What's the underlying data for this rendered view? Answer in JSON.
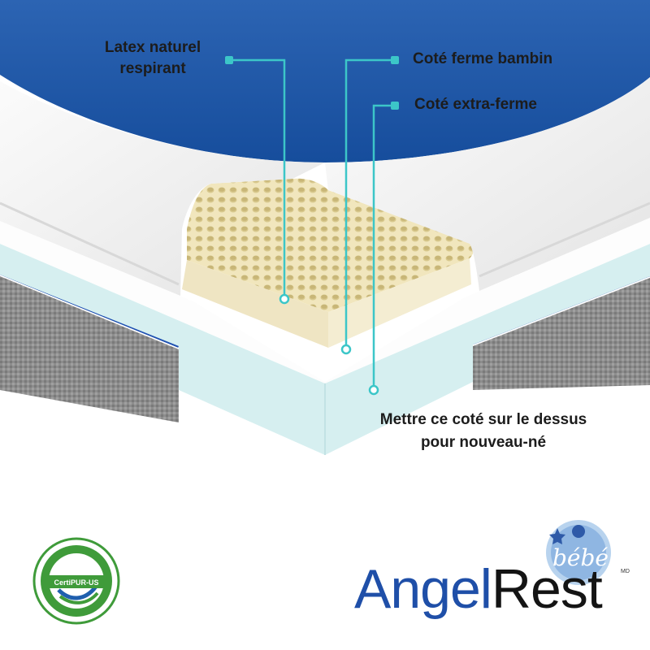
{
  "labels": {
    "latex_line1": "Latex naturel",
    "latex_line2": "respirant",
    "toddler_side": "Coté ferme bambin",
    "extra_firm_side": "Coté extra-ferme",
    "newborn_line1": "Mettre ce coté sur le dessus",
    "newborn_line2": "pour nouveau-né"
  },
  "brand": {
    "name_part1": "Angel",
    "name_part2": "Rest",
    "tag": "bébé",
    "trademark": "MD"
  },
  "certification": {
    "badge_text": "CertiPUR-US"
  },
  "colors": {
    "brand_blue": "#1f5fae",
    "callout_teal": "#3cc6c8",
    "latex_cream": "#efe3b8",
    "foam_white": "#ffffff",
    "foam_aqua": "#d9f0f1",
    "side_grey": "#8a8a8a",
    "cert_green": "#3f9b3a"
  }
}
